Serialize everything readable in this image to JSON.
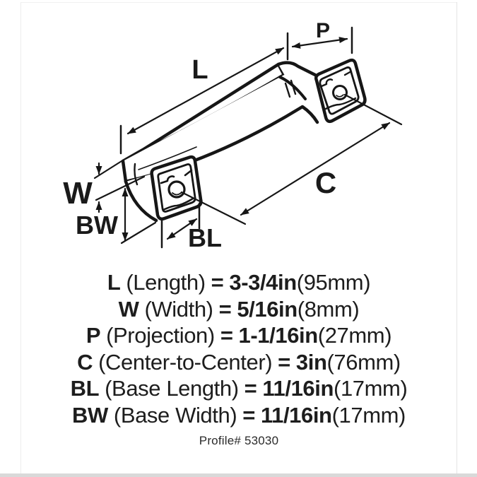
{
  "diagram": {
    "labels": {
      "L": "L",
      "P": "P",
      "C": "C",
      "W": "W",
      "BW": "BW",
      "BL": "BL"
    },
    "line_color": "#161616",
    "background": "#ffffff"
  },
  "specs": {
    "rows": [
      {
        "abbr": "L",
        "name": "(Length)",
        "eq": "=",
        "value": "3-3/4in",
        "metric": "(95mm)"
      },
      {
        "abbr": "W",
        "name": "(Width)",
        "eq": "=",
        "value": "5/16in",
        "metric": "(8mm)"
      },
      {
        "abbr": "P",
        "name": "(Projection)",
        "eq": "=",
        "value": "1-1/16in",
        "metric": "(27mm)"
      },
      {
        "abbr": "C",
        "name": "(Center-to-Center)",
        "eq": "=",
        "value": "3in",
        "metric": "(76mm)"
      },
      {
        "abbr": "BL",
        "name": "(Base Length)",
        "eq": "=",
        "value": "11/16in",
        "metric": "(17mm)"
      },
      {
        "abbr": "BW",
        "name": "(Base Width)",
        "eq": "=",
        "value": "11/16in",
        "metric": "(17mm)"
      }
    ],
    "profile": "Profile# 53030"
  }
}
